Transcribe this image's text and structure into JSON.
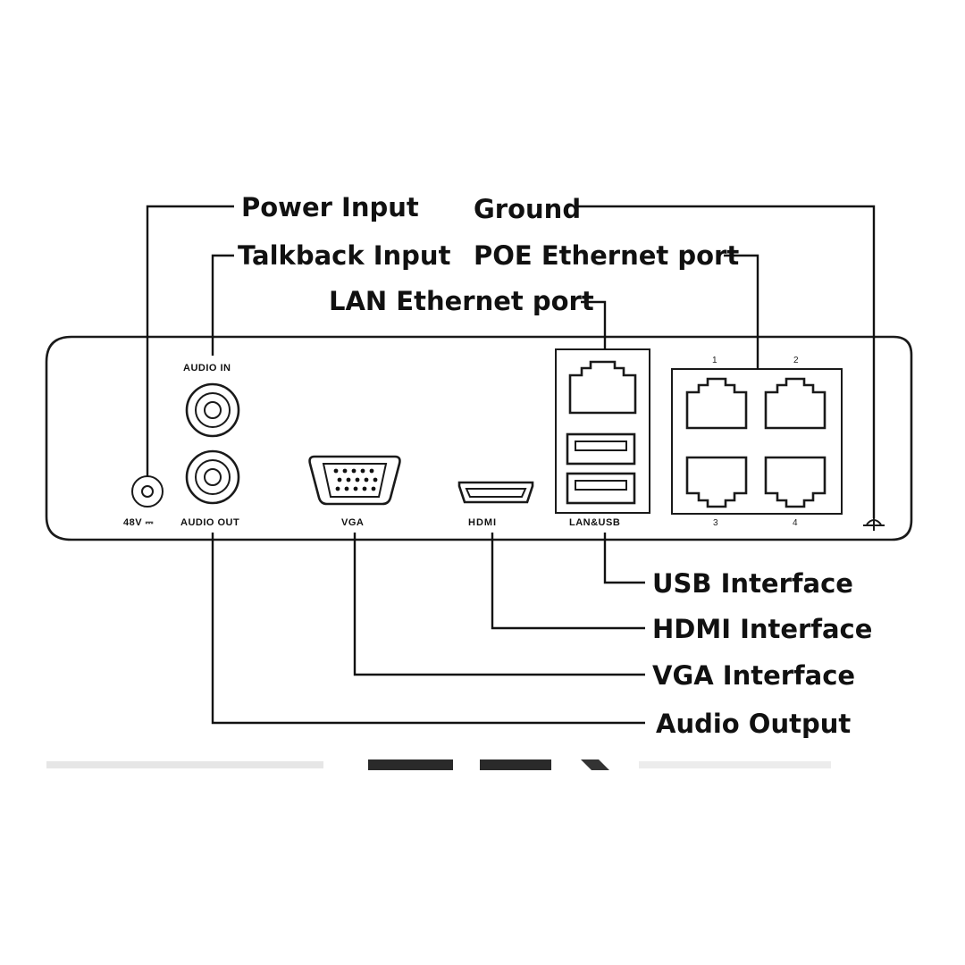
{
  "callouts": {
    "power_input": "Power Input",
    "ground": "Ground",
    "talkback_input": "Talkback Input",
    "poe_ethernet_port": "POE Ethernet port",
    "lan_ethernet_port": "LAN Ethernet port",
    "usb_interface": "USB Interface",
    "hdmi_interface": "HDMI Interface",
    "vga_interface": "VGA Interface",
    "audio_output": "Audio Output"
  },
  "panel_labels": {
    "audio_in": "AUDIO IN",
    "audio_out": "AUDIO OUT",
    "power": "48V ⎓",
    "vga": "VGA",
    "hdmi": "HDMI",
    "lan_usb": "LAN&USB"
  },
  "poe_ports": [
    "1",
    "2",
    "3",
    "4"
  ],
  "colors": {
    "ink": "#111111",
    "background": "#ffffff"
  }
}
